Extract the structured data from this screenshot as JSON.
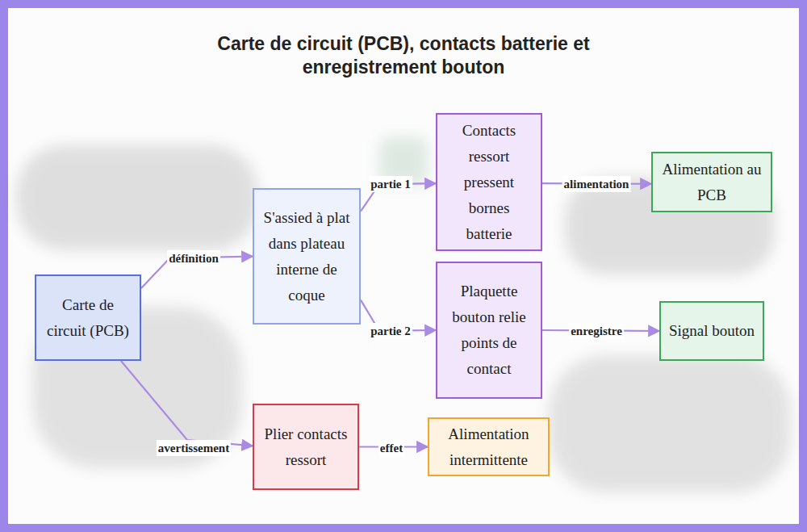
{
  "diagram": {
    "title": "Carte de circuit (PCB), contacts batterie et enregistrement bouton",
    "nodes": [
      {
        "text": [
          "Carte de circuit (PCB)"
        ]
      },
      {
        "text": [
          "S'assied à plat dans plateau interne de coque"
        ]
      },
      {
        "text": [
          "Contacts ressort pressent bornes batterie"
        ]
      },
      {
        "text": [
          "Plaquette bouton relie points de contact"
        ]
      },
      {
        "text": [
          "Alimentation au PCB"
        ]
      },
      {
        "text": [
          "Signal bouton"
        ]
      },
      {
        "text": [
          "Plier contacts ressort"
        ]
      },
      {
        "text": [
          "Alimentation intermittente"
        ]
      }
    ],
    "edges": [
      {
        "from": 0,
        "to": 1,
        "label": "définition",
        "arrow": "to"
      },
      {
        "from": 1,
        "to": 2,
        "label": "partie 1",
        "arrow": "to"
      },
      {
        "from": 1,
        "to": 3,
        "label": "partie 2",
        "arrow": "to"
      },
      {
        "from": 2,
        "to": 4,
        "label": "alimentation",
        "arrow": "to"
      },
      {
        "from": 3,
        "to": 5,
        "label": "enregistre",
        "arrow": "to"
      },
      {
        "from": 0,
        "to": 6,
        "label": "avertissement",
        "arrow": "to"
      },
      {
        "from": 6,
        "to": 7,
        "label": "effet",
        "arrow": "to"
      }
    ]
  }
}
